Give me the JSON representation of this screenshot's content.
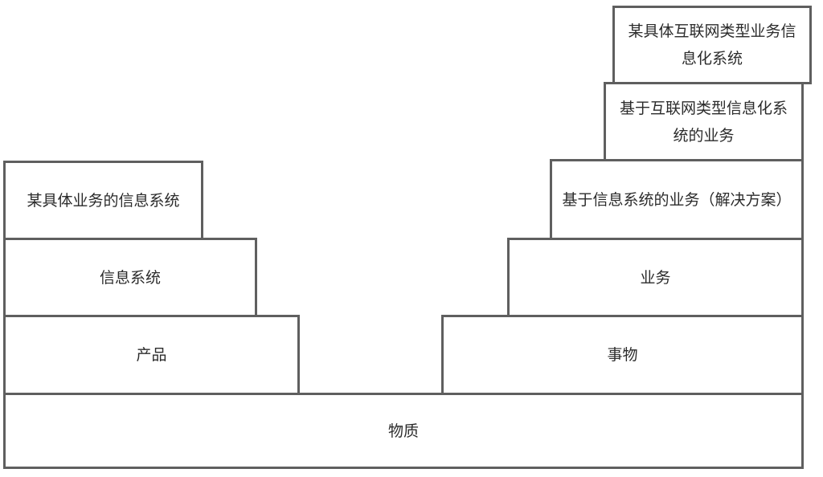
{
  "diagram": {
    "type": "layered-block-diagram",
    "colors": {
      "border": "#5f5f5f",
      "text": "#2b2b2b",
      "background": "#ffffff"
    },
    "base": {
      "label": "物质"
    },
    "left_stack": [
      {
        "label": "产品"
      },
      {
        "label": "信息系统"
      },
      {
        "label": "某具体业务的信息系统"
      }
    ],
    "right_stack": [
      {
        "label": "事物"
      },
      {
        "label": "业务"
      },
      {
        "label": "基于信息系统的业务（解决方案）"
      },
      {
        "label": "基于互联网类型信息化系统的业务"
      },
      {
        "label": "某具体互联网类型业务信息化系统"
      }
    ]
  }
}
